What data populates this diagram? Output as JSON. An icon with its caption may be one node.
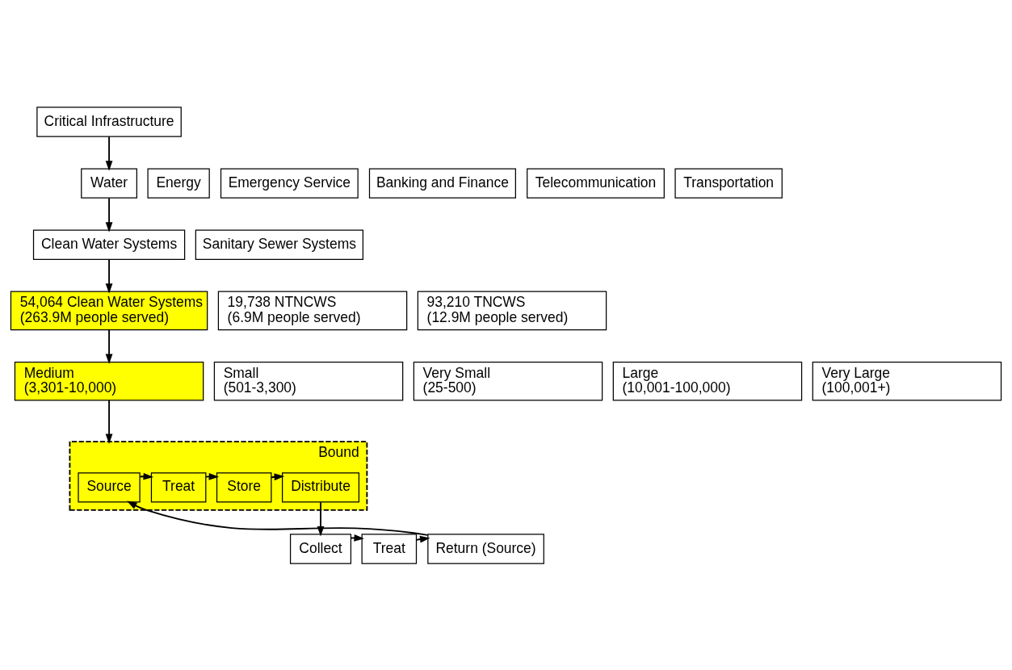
{
  "diagram": {
    "nodes": [
      {
        "text": [
          "Critical Infrastructure"
        ]
      },
      {
        "text": [
          "Water"
        ]
      },
      {
        "text": [
          "Energy"
        ]
      },
      {
        "text": [
          "Emergency Service"
        ]
      },
      {
        "text": [
          "Banking and Finance"
        ]
      },
      {
        "text": [
          "Telecommunication"
        ]
      },
      {
        "text": [
          "Transportation"
        ]
      },
      {
        "text": [
          "Clean Water Systems"
        ]
      },
      {
        "text": [
          "Sanitary Sewer Systems"
        ]
      },
      {
        "text": [
          "54,064 Clean Water Systems (263.9M people served)"
        ]
      },
      {
        "text": [
          "19,738 NTNCWS (6.9M people served)"
        ]
      },
      {
        "text": [
          "93,210 TNCWS (12.9M people served)"
        ]
      },
      {
        "text": [
          "Very Large (100,001+)"
        ]
      },
      {
        "text": [
          "Large (10,001-100,000)"
        ]
      },
      {
        "text": [
          "Medium (3,301-10,000)"
        ]
      },
      {
        "text": [
          "Small (501-3,300)"
        ]
      },
      {
        "text": [
          "Very Small (25-500)"
        ]
      },
      {
        "text": [
          "Bound"
        ]
      },
      {
        "text": [
          "Source"
        ],
        "in": 17
      },
      {
        "text": [
          "Treat"
        ],
        "in": 17
      },
      {
        "text": [
          "Store"
        ],
        "in": 17
      },
      {
        "text": [
          "Distribute"
        ],
        "in": 17
      },
      {
        "text": [
          "Collect"
        ]
      },
      {
        "text": [
          "Treat"
        ]
      },
      {
        "text": [
          "Return (Source)"
        ]
      }
    ],
    "edges": [
      {
        "from": 0,
        "to": 1,
        "arrow": "to"
      },
      {
        "from": 1,
        "to": 7,
        "arrow": "to"
      },
      {
        "from": 7,
        "to": 9,
        "arrow": "to"
      },
      {
        "from": 9,
        "to": 14,
        "arrow": "to"
      },
      {
        "from": 14,
        "to": 17,
        "arrow": "to"
      },
      {
        "from": 18,
        "to": 19,
        "arrow": "to"
      },
      {
        "from": 19,
        "to": 20,
        "arrow": "to"
      },
      {
        "from": 20,
        "to": 21,
        "arrow": "to"
      },
      {
        "from": 21,
        "to": 22,
        "arrow": "to"
      },
      {
        "from": 22,
        "to": 23,
        "arrow": "to"
      },
      {
        "from": 23,
        "to": 24,
        "arrow": "to"
      },
      {
        "from": 24,
        "to": 18,
        "arrow": "to"
      }
    ]
  }
}
